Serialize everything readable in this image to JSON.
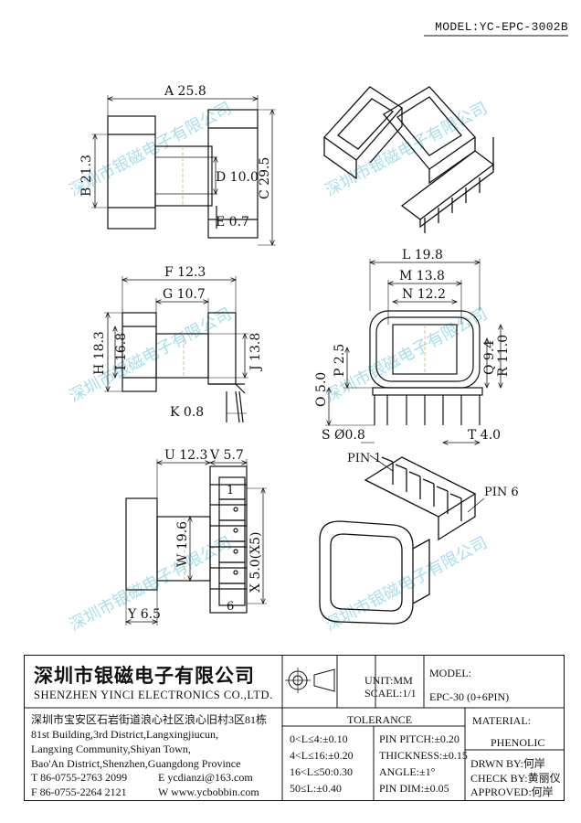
{
  "header": {
    "model": "MODEL:YC-EPC-3002B"
  },
  "watermark": {
    "text": "深圳市银磁电子有限公司"
  },
  "dimensions": {
    "A": "A 25.8",
    "B": "B 21.3",
    "C": "C 29.5",
    "D": "D 10.0",
    "E": "E 0.7",
    "F": "F 12.3",
    "G": "G 10.7",
    "H": "H 18.3",
    "I": "I 16.8",
    "J": "J 13.8",
    "K": "K 0.8",
    "L": "L 19.8",
    "M": "M 13.8",
    "N": "N 12.2",
    "P": "P 2.5",
    "Q": "Q 9.4",
    "R": "R 11.0",
    "O": "O 5.0",
    "S": "S Ø0.8",
    "T": "T 4.0",
    "U": "U 12.3",
    "V": "V 5.7",
    "W": "W 19.6",
    "X": "X 5.0(X5)",
    "Y": "Y 6.5"
  },
  "pins": {
    "pin1": "PIN 1",
    "pin6": "PIN 6",
    "p1": "1",
    "p6": "6"
  },
  "title_block": {
    "company_cn": "深圳市银磁电子有限公司",
    "company_en": "SHENZHEN YINCI ELECTRONICS CO.,LTD.",
    "unit": "UNIT:MM",
    "scale": "SCAEL:1/1",
    "model_label": "MODEL:",
    "model_value": "EPC-30 (0+6PIN)",
    "address": [
      "深圳市宝安区石岩街道浪心社区浪心旧村3区81栋",
      "81st Building,3rd District,Langxingjiucun,",
      "Langxing Community,Shiyan Town,",
      "Bao'An District,Shenzhen,Guangdong Province"
    ],
    "tel": "T 86-0755-2763 2099",
    "email": "E ycdianzi@163.com",
    "fax": "F 86-0755-2264 2121",
    "web": "W www.ycbobbin.com",
    "tolerance_title": "TOLERANCE",
    "tolerance_left": [
      "0<L≤4:±0.10",
      "4<L≤16:±0.20",
      "16<L≤50:0.30",
      "50≤L:±0.40"
    ],
    "tolerance_right": [
      "PIN PITCH:±0.20",
      "THICKNESS:±0.15",
      "ANGLE:±1°",
      "PIN DIM:±0.05"
    ],
    "material_label": "MATERIAL:",
    "material_value": "PHENOLIC",
    "drawn_by": "DRWN BY:何岸",
    "check_by": "CHECK BY:黄丽仪",
    "approved": "APPROVED:何岸"
  }
}
